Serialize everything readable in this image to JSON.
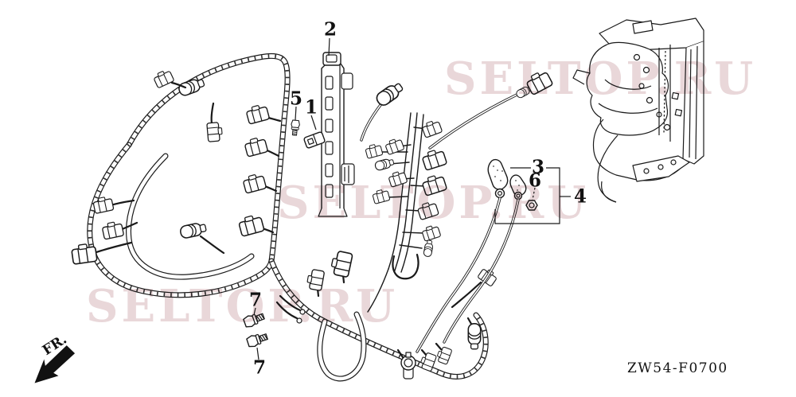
{
  "diagram": {
    "type": "exploded-parts-diagram",
    "subject": "outboard engine wiring harness",
    "part_code": "ZW54-F0700",
    "direction_label": "FR.",
    "watermark_text": "SELTOP.RU",
    "callouts": [
      {
        "label": "2"
      },
      {
        "label": "5"
      },
      {
        "label": "1"
      },
      {
        "label": "3"
      },
      {
        "label": "6"
      },
      {
        "label": "4"
      },
      {
        "label": "7"
      },
      {
        "label": "7"
      }
    ],
    "colors": {
      "line": "#1a1a1a",
      "watermark": "#c99fa5",
      "background": "#ffffff"
    }
  }
}
